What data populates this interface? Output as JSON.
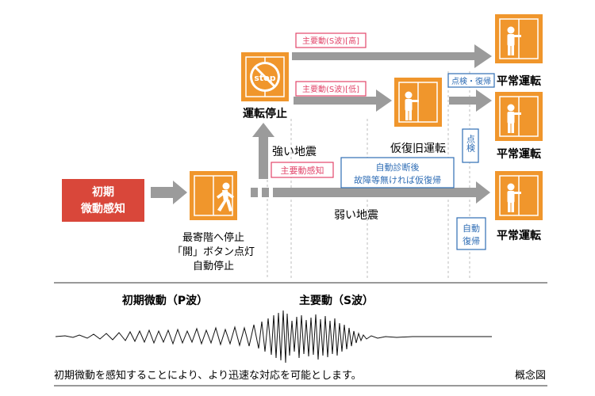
{
  "initial_box": {
    "line1": "初期",
    "line2": "微動感知"
  },
  "stop_sign_text": "stop",
  "stopped_label": "運転停止",
  "strong_quake_label": "強い地震",
  "weak_quake_label": "弱い地震",
  "main_motion_detect": "主要動感知",
  "main_motion_high": "主要動(S波)[高]",
  "main_motion_low": "主要動(S波)[低]",
  "auto_diag": {
    "line1": "自動診断後",
    "line2": "故障等無ければ仮復帰"
  },
  "temporary_recovery_label": "仮復旧運転",
  "inspection_recovery": "点検・復帰",
  "inspection_vertical": "点検",
  "auto_recovery": {
    "line1": "自動",
    "line2": "復帰"
  },
  "normal_operation": [
    "平常運転",
    "平常運転",
    "平常運転"
  ],
  "nearest_floor": {
    "line1": "最寄階へ停止",
    "line2": "「開」ボタン点灯",
    "line3": "自動停止"
  },
  "wave_p_label": "初期微動（P波）",
  "wave_s_label": "主要動（S波）",
  "caption": "初期微動を感知することにより、より迅速な対応を可能とします。",
  "concept_label": "概念図",
  "colors": {
    "orange": "#f0962c",
    "orange_dark": "#c86e10",
    "red": "#d9473a",
    "pink": "#e2456a",
    "blue": "#2f6db5",
    "arrow_gray": "#9b9b9b"
  },
  "icons": [
    "person-running-icon",
    "person-standing-icon",
    "stop-sign-icon"
  ]
}
